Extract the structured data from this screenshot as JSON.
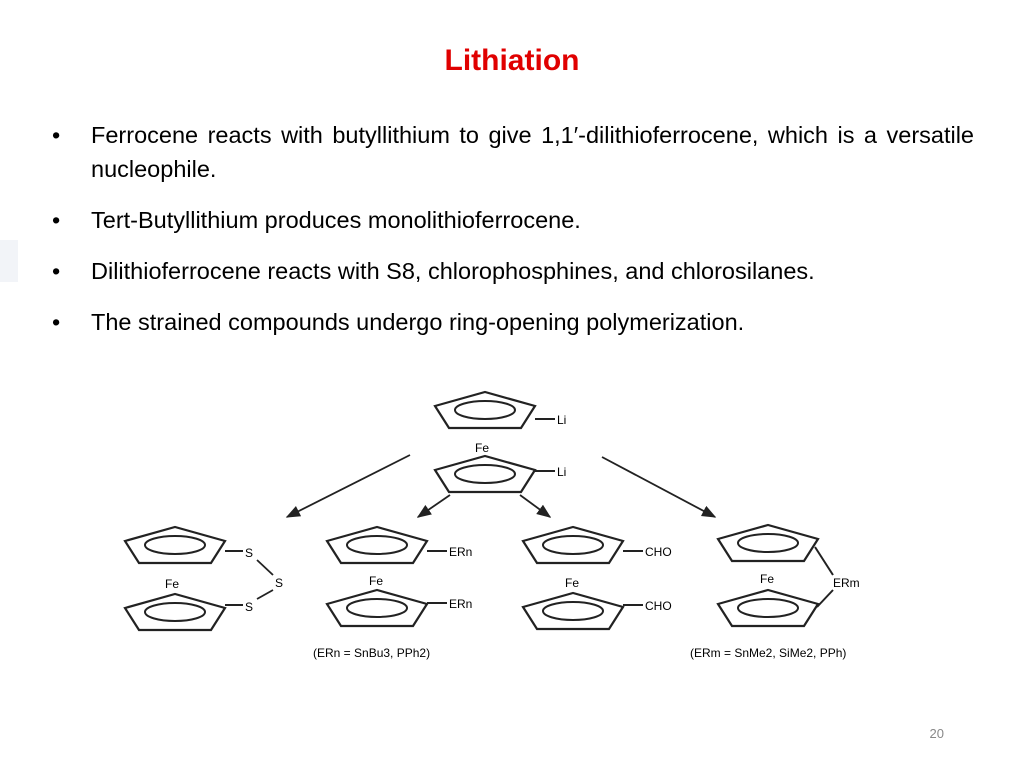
{
  "slide": {
    "title": "Lithiation",
    "title_color": "#e00000",
    "bullets": [
      "Ferrocene reacts with butyllithium to give 1,1′-dilithioferrocene, which is a versatile nucleophile.",
      "Tert-Butyllithium produces monolithioferrocene.",
      "Dilithioferrocene reacts with S8, chlorophosphines, and chlorosilanes.",
      "The strained compounds undergo ring-opening polymerization."
    ],
    "bullet_symbol": "•",
    "page_number": "20"
  },
  "scheme": {
    "fe": "Fe",
    "li": "Li",
    "s": "S",
    "er_n": "ERn",
    "er_m": "ERm",
    "cho": "CHO",
    "note_left": "(ERn = SnBu3, PPh2)",
    "note_right": "(ERm = SnMe2, SiMe2, PPh)"
  }
}
